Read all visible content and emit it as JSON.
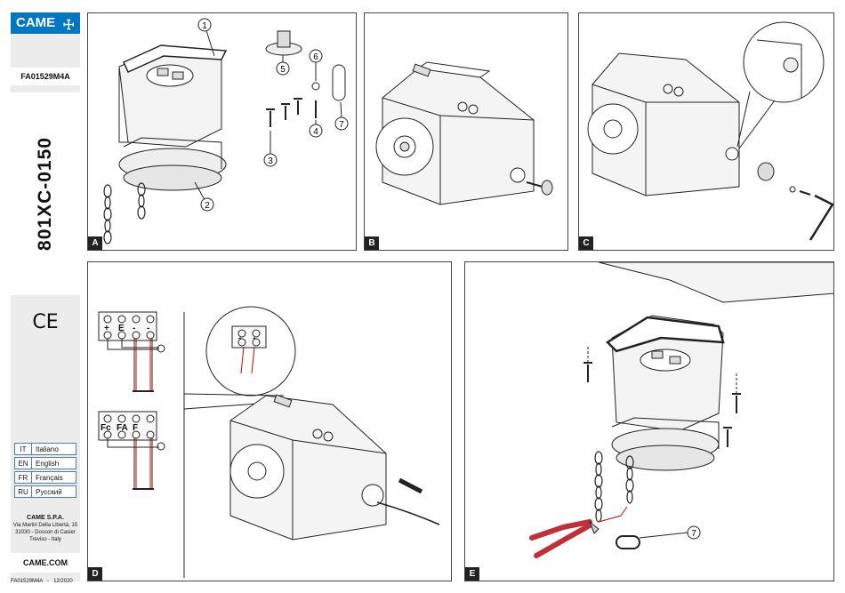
{
  "brand": {
    "name": "CAME",
    "site": "CAME.COM",
    "accent": "#0077c0"
  },
  "document": {
    "code": "FA01529M4A",
    "model": "801XC-0150",
    "ce_mark": "CE",
    "footer_code": "FA01529M4A",
    "footer_sep": "-",
    "footer_date": "12/2020"
  },
  "languages": [
    {
      "code": "IT",
      "name": "Italiano"
    },
    {
      "code": "EN",
      "name": "English"
    },
    {
      "code": "FR",
      "name": "Français"
    },
    {
      "code": "RU",
      "name": "Русский"
    }
  ],
  "company": {
    "name": "CAME S.P.A.",
    "address1": "Via Martiri Della Libertà, 15",
    "address2": "31030 - Dosson di Casier",
    "address3": "Treviso - Italy"
  },
  "panels": {
    "a": {
      "label": "A",
      "callouts": [
        "1",
        "2",
        "3",
        "4",
        "5",
        "6",
        "7"
      ]
    },
    "b": {
      "label": "B"
    },
    "c": {
      "label": "C"
    },
    "d": {
      "label": "D",
      "terminal_top": [
        "+",
        "E",
        "-",
        "-"
      ],
      "terminal_bottom": [
        "Fc",
        "FA",
        "F"
      ],
      "inset_terminal": [
        "-",
        "-"
      ]
    },
    "e": {
      "label": "E",
      "callouts": [
        "7"
      ]
    }
  }
}
